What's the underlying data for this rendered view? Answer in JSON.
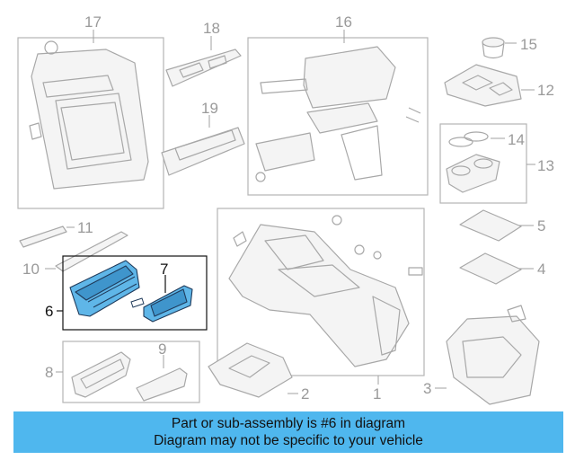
{
  "callouts": {
    "c1": "1",
    "c2": "2",
    "c3": "3",
    "c4": "4",
    "c5": "5",
    "c6": "6",
    "c7": "7",
    "c8": "8",
    "c9": "9",
    "c10": "10",
    "c11": "11",
    "c12": "12",
    "c13": "13",
    "c14": "14",
    "c15": "15",
    "c16": "16",
    "c17": "17",
    "c18": "18",
    "c19": "19"
  },
  "highlight_part": "6",
  "colors": {
    "highlight": "#5fb6e8",
    "banner": "#4fb7ee",
    "line": "#a8a8a8"
  },
  "banner": {
    "line1": "Part or sub-assembly is #6 in diagram",
    "line2": "Diagram may not be specific to your vehicle"
  }
}
